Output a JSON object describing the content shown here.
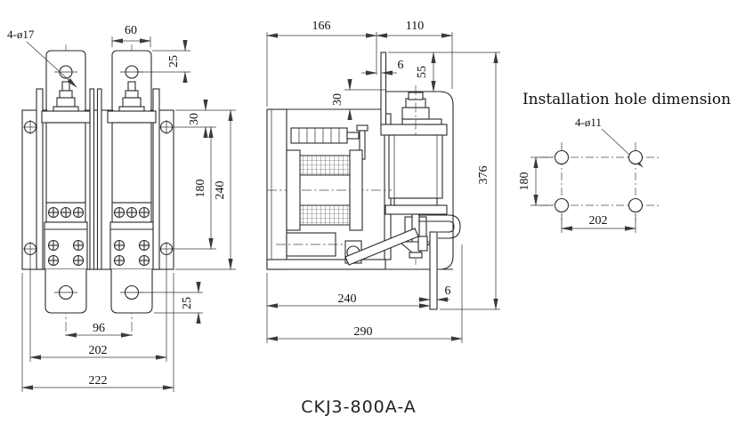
{
  "drawing": {
    "caption": "CKJ3-800A-A",
    "install_title": "Installation hole dimension"
  },
  "front": {
    "callout": "4-ø17",
    "tab_width": "60",
    "tab_hole": "25",
    "top_to_hole": "30",
    "hole_span_v": "180",
    "plate_height": "240",
    "bottom_hole": "25",
    "pole_pitch": "96",
    "hole_span_h": "202",
    "plate_width": "222"
  },
  "side": {
    "front_depth": "166",
    "rear_depth": "110",
    "gap_top": "6",
    "bracket_drop": "55",
    "step": "30",
    "total_height": "376",
    "body_depth": "240",
    "plate_thk": "6",
    "overall_depth": "290"
  },
  "install": {
    "callout": "4-ø11",
    "pitch_v": "180",
    "pitch_h": "202"
  }
}
